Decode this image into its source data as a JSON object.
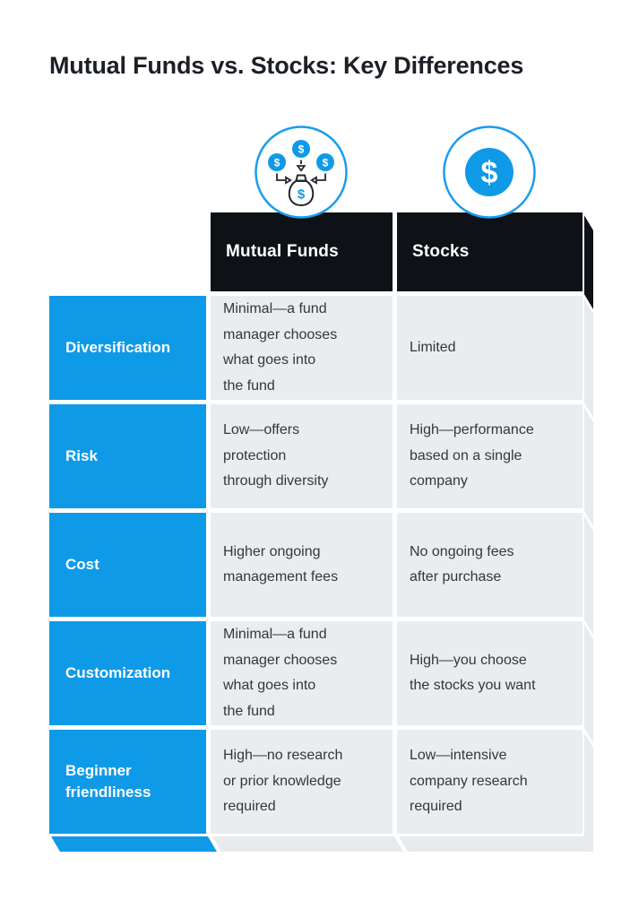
{
  "page": {
    "title": "Mutual Funds vs. Stocks: Key Differences"
  },
  "colors": {
    "brand_blue": "#0f9ae8",
    "icon_ring_blue": "#1b9ced",
    "header_black": "#0e1116",
    "cell_gray": "#eaedf0",
    "title_text": "#1b1f26",
    "body_text": "#33373c",
    "white": "#ffffff"
  },
  "icons": {
    "mutual_funds": "money-bag-with-coins-icon",
    "stocks": "dollar-coin-icon",
    "dollar_glyph": "$"
  },
  "table": {
    "headers": {
      "mutual_funds": "Mutual Funds",
      "stocks": "Stocks"
    },
    "rows": [
      {
        "label": "Diversification",
        "mutual_funds": "Minimal—a fund\nmanager chooses\nwhat goes into\nthe fund",
        "stocks": "Limited"
      },
      {
        "label": "Risk",
        "mutual_funds": "Low—offers\nprotection\nthrough diversity",
        "stocks": "High—performance\nbased on a single\ncompany"
      },
      {
        "label": "Cost",
        "mutual_funds": "Higher ongoing\nmanagement fees",
        "stocks": "No ongoing fees\nafter purchase"
      },
      {
        "label": "Customization",
        "mutual_funds": "Minimal—a fund\nmanager chooses\nwhat goes into\nthe fund",
        "stocks": "High—you choose\nthe stocks you want"
      },
      {
        "label": "Beginner\nfriendliness",
        "mutual_funds": "High—no research\nor prior knowledge\nrequired",
        "stocks": "Low—intensive\ncompany research\nrequired"
      }
    ]
  },
  "chart_data": {
    "type": "table",
    "title": "Mutual Funds vs. Stocks: Key Differences",
    "columns": [
      "",
      "Mutual Funds",
      "Stocks"
    ],
    "rows": [
      [
        "Diversification",
        "Minimal—a fund manager chooses what goes into the fund",
        "Limited"
      ],
      [
        "Risk",
        "Low—offers protection through diversity",
        "High—performance based on a single company"
      ],
      [
        "Cost",
        "Higher ongoing management fees",
        "No ongoing fees after purchase"
      ],
      [
        "Customization",
        "Minimal—a fund manager chooses what goes into the fund",
        "High—you choose the stocks you want"
      ],
      [
        "Beginner friendliness",
        "High—no research or prior knowledge required",
        "Low—intensive company research required"
      ]
    ],
    "legend_position": "none",
    "grid": false
  }
}
